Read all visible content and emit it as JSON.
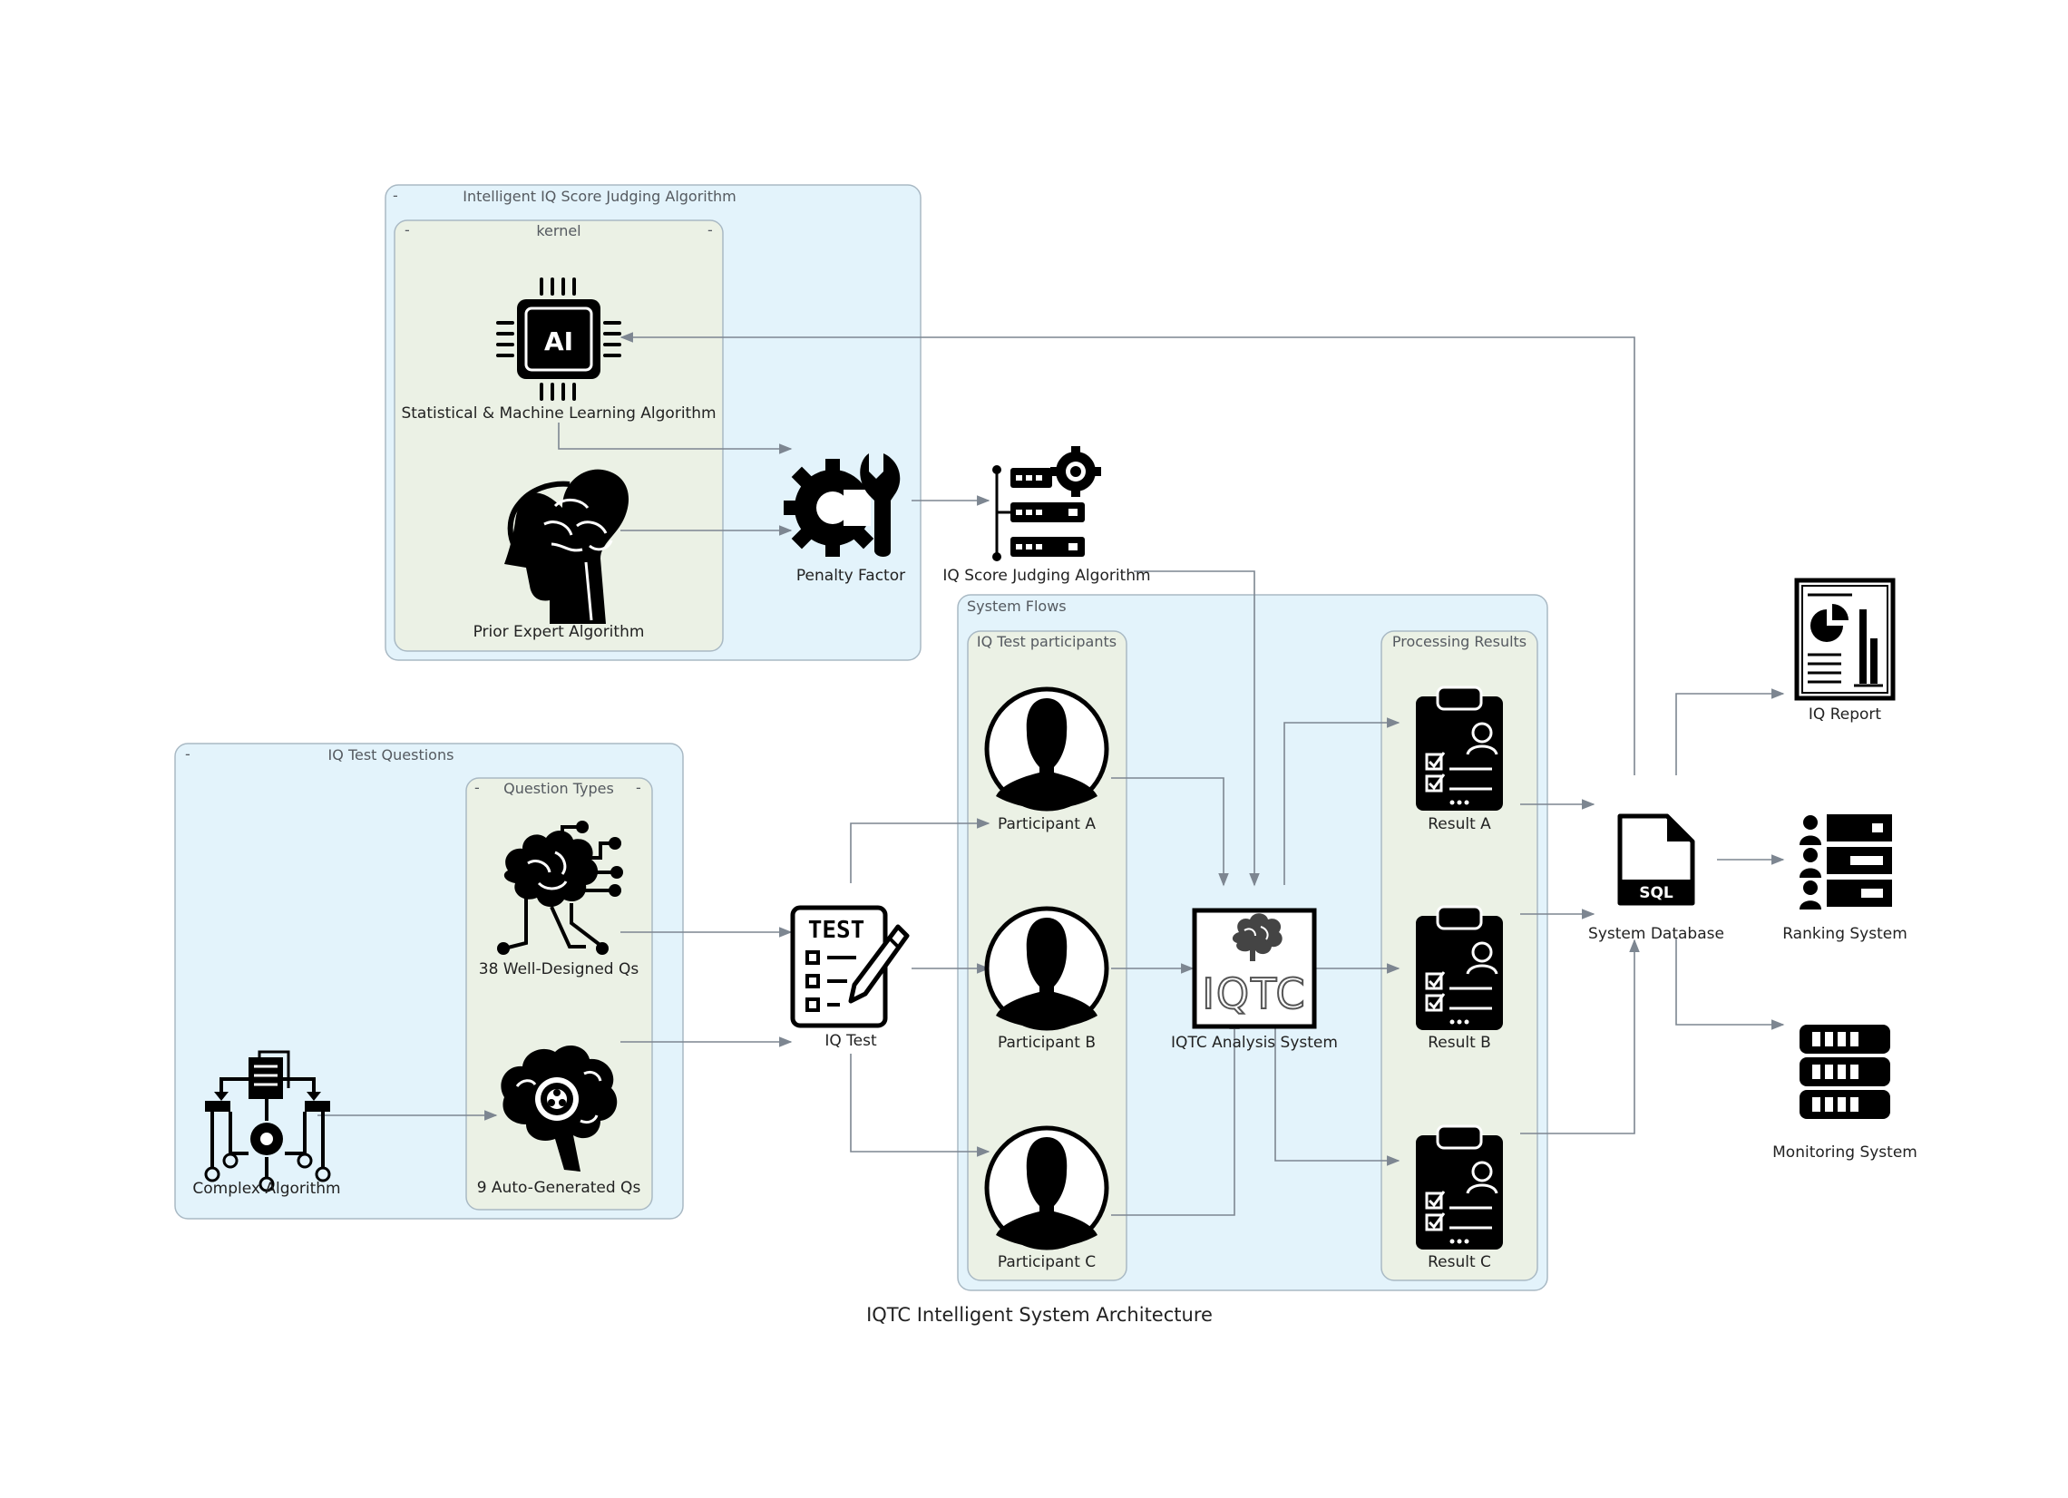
{
  "title": "IQTC Intelligent System Architecture",
  "clusters": {
    "judging": "Intelligent IQ Score Judging Algorithm",
    "kernel": "kernel",
    "questions": "IQ Test Questions",
    "question_types": "Question Types",
    "system_flows": "System Flows",
    "participants": "IQ Test participants",
    "processing": "Processing Results",
    "collapse_marker": "-"
  },
  "nodes": {
    "stat_ml": "Statistical & Machine Learning Algorithm",
    "prior_expert": "Prior Expert Algorithm",
    "penalty_factor": "Penalty Factor",
    "score_judging": "IQ Score Judging Algorithm",
    "well_designed": "38 Well-Designed Qs",
    "auto_generated": "9 Auto-Generated Qs",
    "complex_algorithm": "Complex Algorithm",
    "iq_test": "IQ Test",
    "participant_a": "Participant A",
    "participant_b": "Participant B",
    "participant_c": "Participant C",
    "analysis_system": "IQTC Analysis System",
    "result_a": "Result A",
    "result_b": "Result B",
    "result_c": "Result C",
    "system_database": "System Database",
    "iq_report": "IQ Report",
    "ranking_system": "Ranking System",
    "monitoring_system": "Monitoring System"
  },
  "icon_text": {
    "ai_chip": "AI",
    "test_sheet": "TEST",
    "iqtc_logo": "IQTC",
    "sql_file": "SQL"
  },
  "colors": {
    "outer_cluster_fill": "#e3f3fb",
    "inner_cluster_fill": "#ebf1e5",
    "cluster_border": "#a9b9c4",
    "edge": "#7d8691",
    "icon": "#000000"
  }
}
